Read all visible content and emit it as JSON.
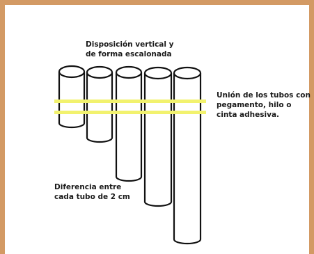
{
  "labels": {
    "arrangement": [
      "Disposición vertical y",
      "de forma escalonada"
    ],
    "binding": [
      "Unión de los tubos con",
      "pegamento, hilo o",
      "cinta adhesiva."
    ],
    "difference": [
      "Diferencia entre",
      "cada tubo de 2 cm"
    ]
  },
  "colors": {
    "frame": "#d39a64",
    "band": "#f2f26e",
    "outline": "#111111",
    "tube_fill": "#ffffff"
  }
}
